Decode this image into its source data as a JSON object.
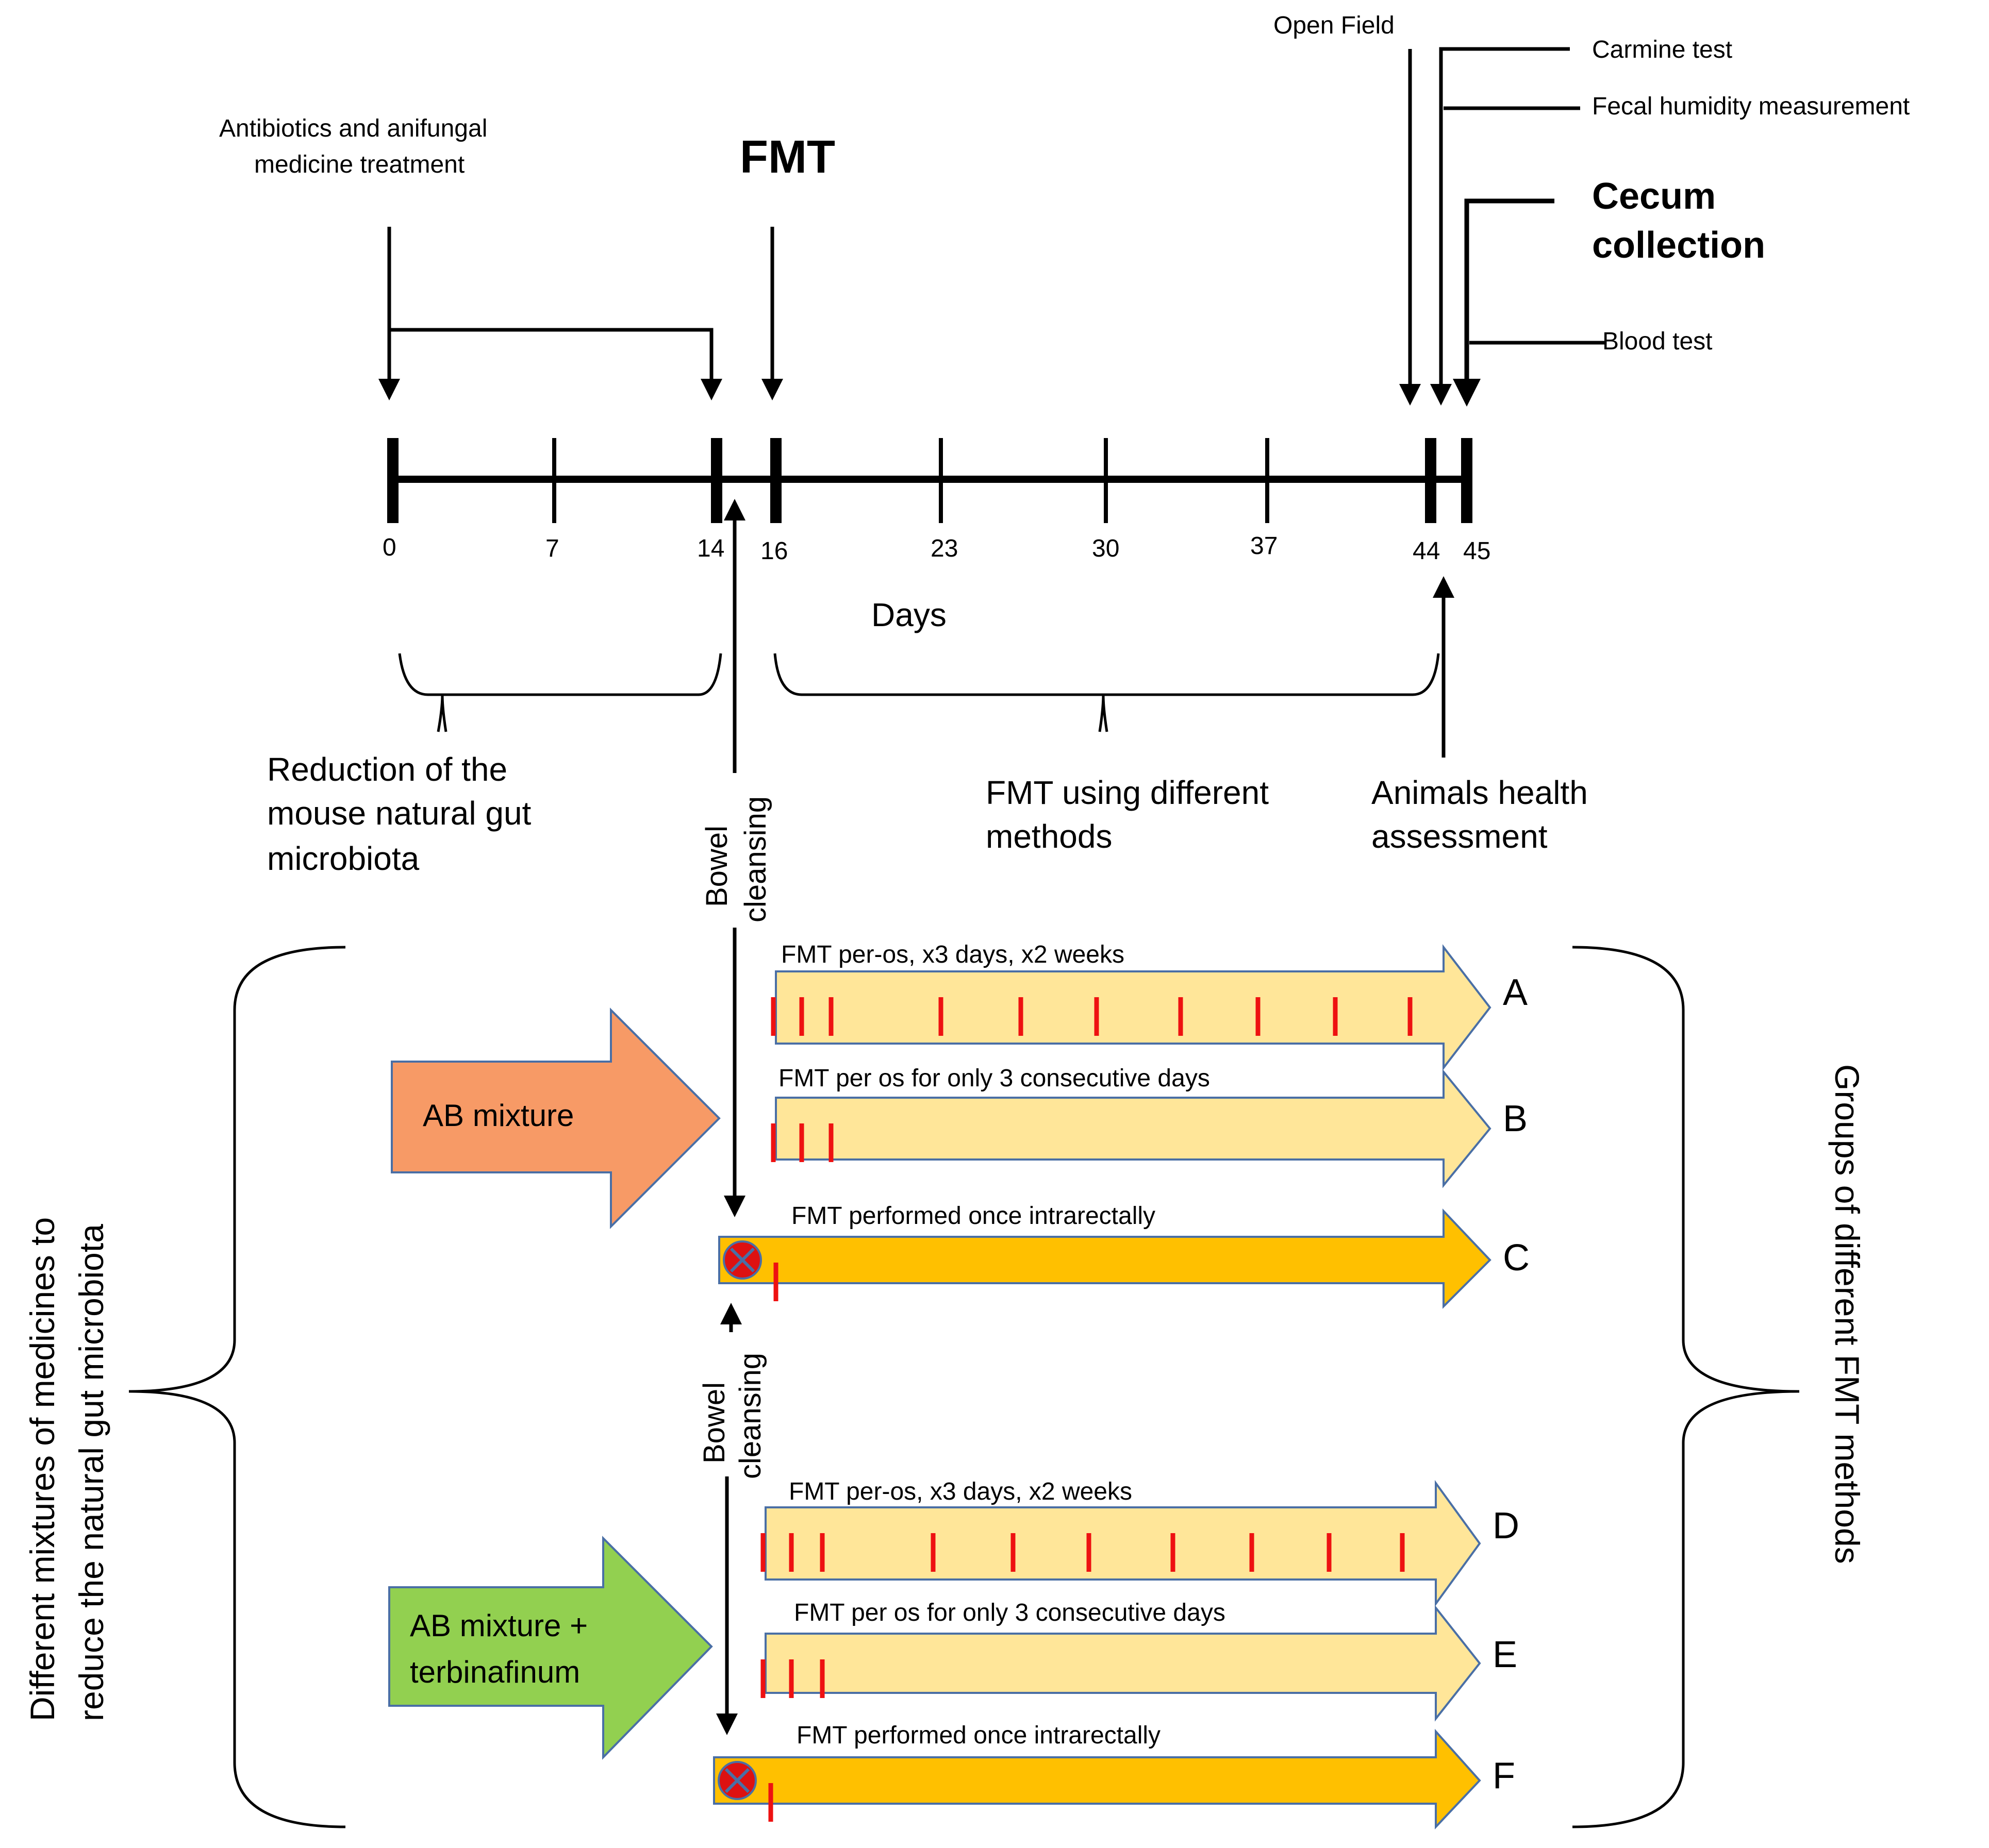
{
  "title": "FMT",
  "axis": {
    "label": "Days",
    "ticks": [
      "0",
      "7",
      "14",
      "16",
      "23",
      "30",
      "37",
      "44",
      "45"
    ]
  },
  "annotations": {
    "antibiotics_line1": "Antibiotics and anifungal",
    "antibiotics_line2": "medicine treatment",
    "open_field": "Open Field",
    "carmine_test": "Carmine test",
    "fecal_humidity": "Fecal humidity measurement",
    "cecum_line1": "Cecum",
    "cecum_line2": "collection",
    "blood_test": "Blood test"
  },
  "periods": {
    "reduction_line1": "Reduction of the",
    "reduction_line2": "mouse natural gut",
    "reduction_line3": "microbiota",
    "fmt_methods_line1": "FMT using different",
    "fmt_methods_line2": "methods",
    "health_line1": "Animals health",
    "health_line2": "assessment"
  },
  "bowel_cleansing": {
    "word1": "Bowel",
    "word2": "cleansing"
  },
  "mixtures": {
    "ab": {
      "label": "AB mixture",
      "color": "#f79a66"
    },
    "ab_terb": {
      "label_line1": "AB mixture +",
      "label_line2": "terbinafinum",
      "color": "#92d050"
    }
  },
  "groups": [
    {
      "letter": "A",
      "label": "FMT per-os, x3 days, x2 weeks",
      "fill": "#ffe699"
    },
    {
      "letter": "B",
      "label": "FMT per os for only 3 consecutive days",
      "fill": "#ffe699"
    },
    {
      "letter": "C",
      "label": "FMT performed once intrarectally",
      "fill": "#ffc000"
    },
    {
      "letter": "D",
      "label": "FMT per-os, x3 days, x2 weeks",
      "fill": "#ffe699"
    },
    {
      "letter": "E",
      "label": "FMT per os for only 3 consecutive days",
      "fill": "#ffe699"
    },
    {
      "letter": "F",
      "label": "FMT performed once intrarectally",
      "fill": "#ffc000"
    }
  ],
  "side_labels": {
    "left_line1": "Different mixtures of medicines to",
    "left_line2": "reduce the natural gut microbiota",
    "right": "Groups of different FMT methods"
  },
  "colors": {
    "marker_red": "#ee1111",
    "arrow_border": "#4a6fa5",
    "no_symbol": "#dd1111"
  }
}
